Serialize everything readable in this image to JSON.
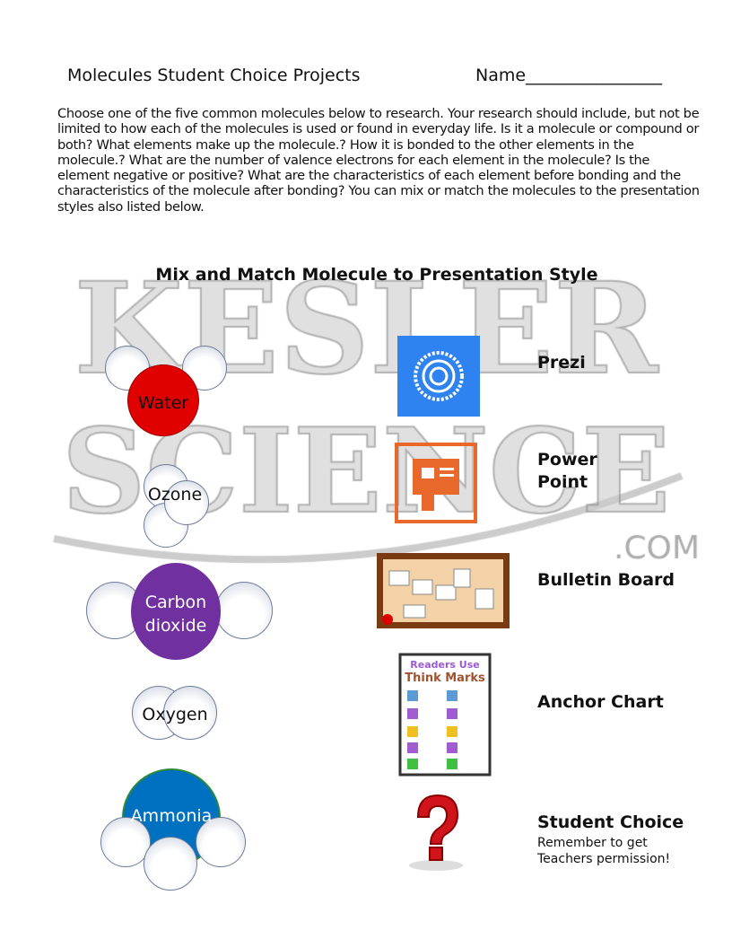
{
  "header": {
    "title": "Molecules Student Choice Projects",
    "name_label": "Name________________"
  },
  "instructions": "Choose one of the five common molecules below to research.  Your research should include, but not be limited to how each of the molecules is used or found in everyday life.  Is it a molecule or compound or both?  What elements make up the molecule.?  How it is bonded to the other elements in the molecule.?  What are the number of valence electrons for each element in the molecule?  Is the element negative or positive?  What are the characteristics of each element before bonding and the characteristics of the molecule after bonding?  You can mix or match the molecules to the presentation styles also listed below.",
  "heading": "Mix and Match Molecule to Presentation Style",
  "watermark": {
    "line1": "KESLER",
    "line2": "SCIENCE",
    "suffix": ".COM"
  },
  "molecules": [
    {
      "label": "Water",
      "color": "#e00000"
    },
    {
      "label": "Ozone"
    },
    {
      "label_line1": "Carbon",
      "label_line2": "dioxide",
      "color": "#7030a0"
    },
    {
      "label": "Oxygen"
    },
    {
      "label": "Ammonia",
      "color": "#0070c0"
    }
  ],
  "styles": [
    {
      "label": "Prezi",
      "icon": "prezi-logo",
      "color": "#2f83f0"
    },
    {
      "label_line1": "Power",
      "label_line2": "Point",
      "icon": "powerpoint-logo",
      "color": "#e8692b"
    },
    {
      "label": "Bulletin Board",
      "icon": "bulletin-board-image"
    },
    {
      "label": "Anchor Chart",
      "icon": "anchor-chart-image",
      "image_text": "Readers Use Think Marks"
    },
    {
      "label": "Student Choice",
      "note_line1": "Remember to get",
      "note_line2": "Teachers permission!",
      "icon": "question-mark-icon",
      "color": "#d0141b"
    }
  ]
}
